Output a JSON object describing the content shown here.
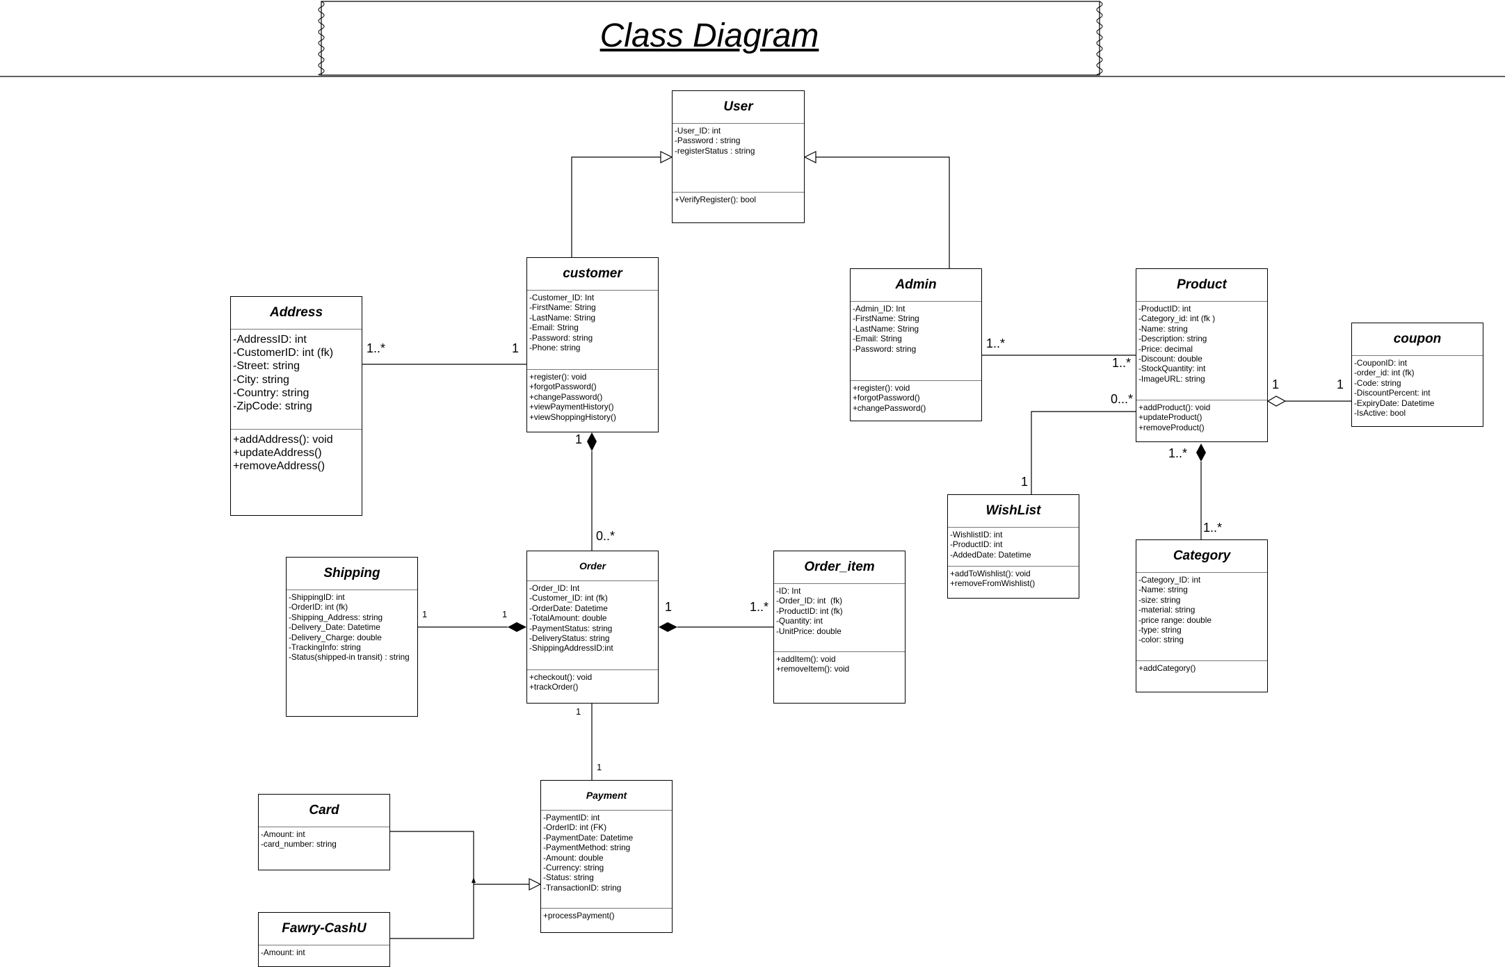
{
  "title": "Class Diagram ",
  "classes": {
    "user": {
      "name": "User",
      "attrs": "-User_ID: int\n-Password : string\n-registerStatus : string",
      "ops": "+VerifyRegister(): bool"
    },
    "customer": {
      "name": "customer",
      "attrs": "-Customer_ID: Int\n-FirstName: String\n-LastName: String\n-Email: String\n-Password: string\n-Phone: string",
      "ops": "+register(): void\n+forgotPassword()\n+changePassword()\n+viewPaymentHistory()\n+viewShoppingHistory()"
    },
    "admin": {
      "name": "Admin",
      "attrs": "-Admin_ID: Int\n-FirstName: String\n-LastName: String\n-Email: String\n-Password: string",
      "ops": "+register(): void\n+forgotPassword()\n+changePassword()"
    },
    "address": {
      "name": "Address",
      "attrs": "-AddressID: int\n-CustomerID: int (fk)\n-Street: string\n-City: string\n-Country: string\n-ZipCode: string",
      "ops": "+addAddress(): void\n+updateAddress()\n+removeAddress()"
    },
    "product": {
      "name": "Product",
      "attrs": "-ProductID: int\n-Category_id: int (fk )\n-Name: string\n-Description: string\n-Price: decimal\n-Discount: double\n-StockQuantity: int\n-ImageURL: string",
      "ops": "+addProduct(): void\n+updateProduct()\n+removeProduct()"
    },
    "coupon": {
      "name": "coupon",
      "attrs": "-CouponID: int\n-order_id: int (fk)\n-Code: string\n-DiscountPercent: int\n-ExpiryDate: Datetime\n-IsActive: bool",
      "ops": ""
    },
    "wishlist": {
      "name": "WishList",
      "attrs": "-WishlistID: int\n-ProductID: int\n-AddedDate: Datetime",
      "ops": "+addToWishlist(): void\n+removeFromWishlist()"
    },
    "category": {
      "name": "Category",
      "attrs": "-Category_ID: int\n-Name: string\n-size: string\n-material: string\n-price range: double\n-type: string\n-color: string",
      "ops": "+addCategory()"
    },
    "shipping": {
      "name": "Shipping",
      "attrs": "-ShippingID: int\n-OrderID: int (fk)\n-Shipping_Address: string\n-Delivery_Date: Datetime\n-Delivery_Charge: double\n-TrackingInfo: string\n-Status(shipped-in transit) : string",
      "ops": ""
    },
    "order": {
      "name": "Order",
      "attrs": "-Order_ID: Int\n-Customer_ID: int (fk)\n-OrderDate: Datetime\n-TotalAmount: double\n-PaymentStatus: string\n-DeliveryStatus: string\n-ShippingAddressID:int",
      "ops": "+checkout(): void\n+trackOrder()"
    },
    "order_item": {
      "name": "Order_item",
      "attrs": "-ID: Int\n-Order_ID: int  (fk)\n-ProductID: int (fk)\n-Quantity: int\n-UnitPrice: double",
      "ops": "+addItem(): void\n+removeItem(): void"
    },
    "payment": {
      "name": "Payment",
      "attrs": "-PaymentID: int\n-OrderID: int (FK)\n-PaymentDate: Datetime\n-PaymentMethod: string\n-Amount: double\n-Currency: string\n-Status: string\n-TransactionID: string",
      "ops": "+processPayment()"
    },
    "card": {
      "name": "Card",
      "attrs": "-Amount: int\n-card_number: string",
      "ops": ""
    },
    "fawry": {
      "name": "Fawry-CashU",
      "attrs": "-Amount: int",
      "ops": ""
    }
  },
  "multiplicities": {
    "address_side": "1..*",
    "customer_address_side": "1",
    "customer_order_side": "1",
    "order_customer_side": "0..*",
    "admin_side": "1..*",
    "product_admin_side": "1..*",
    "product_wishlist_side": "0...*",
    "wishlist_side": "1",
    "product_coupon_side": "1",
    "coupon_side": "1",
    "product_category_side": "1..*",
    "category_side": "1..*",
    "shipping_side": "1",
    "order_shipping_side": "1",
    "order_item_order_side": "1",
    "order_item_side": "1..*",
    "order_payment_side": "1",
    "payment_side": "1"
  }
}
